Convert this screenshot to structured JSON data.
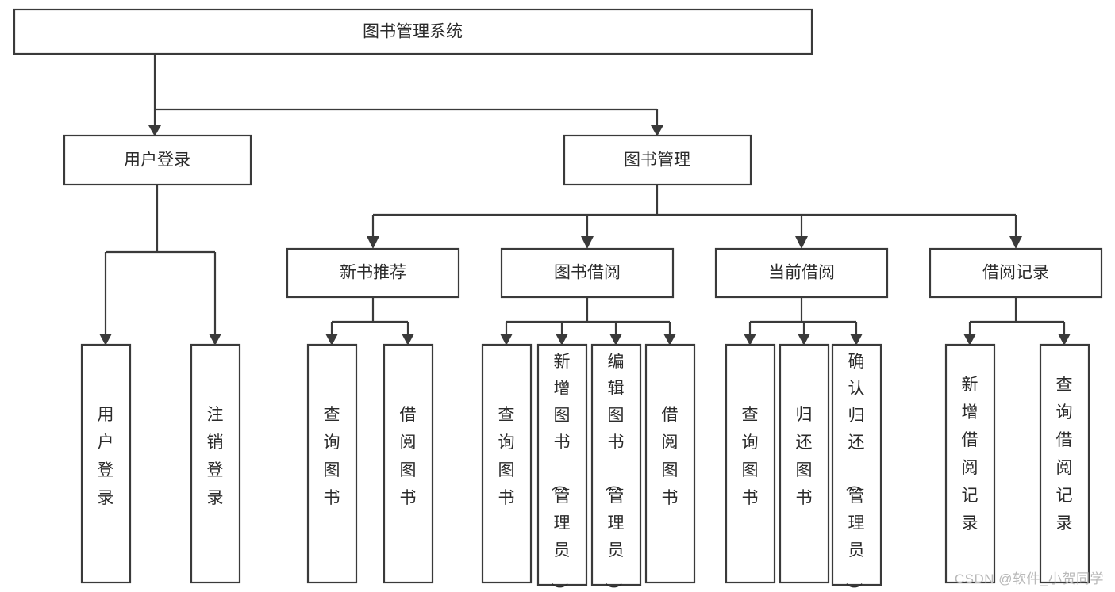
{
  "diagram": {
    "type": "tree",
    "title": "图书管理系统",
    "orientation": "top-down",
    "watermark": "CSDN @软件_小贺同学",
    "colors": {
      "stroke": "#3a3a3a",
      "fill": "#ffffff",
      "text": "#2b2b2b",
      "watermark": "#b9b9b9",
      "background": "#ffffff"
    },
    "levels": {
      "root": {
        "label": "图书管理系统"
      },
      "level2": [
        {
          "label": "用户登录"
        },
        {
          "label": "图书管理"
        }
      ],
      "level3": [
        {
          "label": "新书推荐"
        },
        {
          "label": "图书借阅"
        },
        {
          "label": "当前借阅"
        },
        {
          "label": "借阅记录"
        }
      ],
      "leaves": {
        "user_login": [
          {
            "label": "用户登录"
          },
          {
            "label": "注销登录"
          }
        ],
        "new_book_recommend": [
          {
            "label": "查询图书"
          },
          {
            "label": "借阅图书"
          }
        ],
        "book_borrow": [
          {
            "label": "查询图书"
          },
          {
            "label": "新增图书（管理员）"
          },
          {
            "label": "编辑图书（管理员）"
          },
          {
            "label": "借阅图书"
          }
        ],
        "current_borrow": [
          {
            "label": "查询图书"
          },
          {
            "label": "归还图书"
          },
          {
            "label": "确认归还（管理员）"
          }
        ],
        "borrow_record": [
          {
            "label": "新增借阅记录"
          },
          {
            "label": "查询借阅记录"
          }
        ]
      }
    }
  }
}
